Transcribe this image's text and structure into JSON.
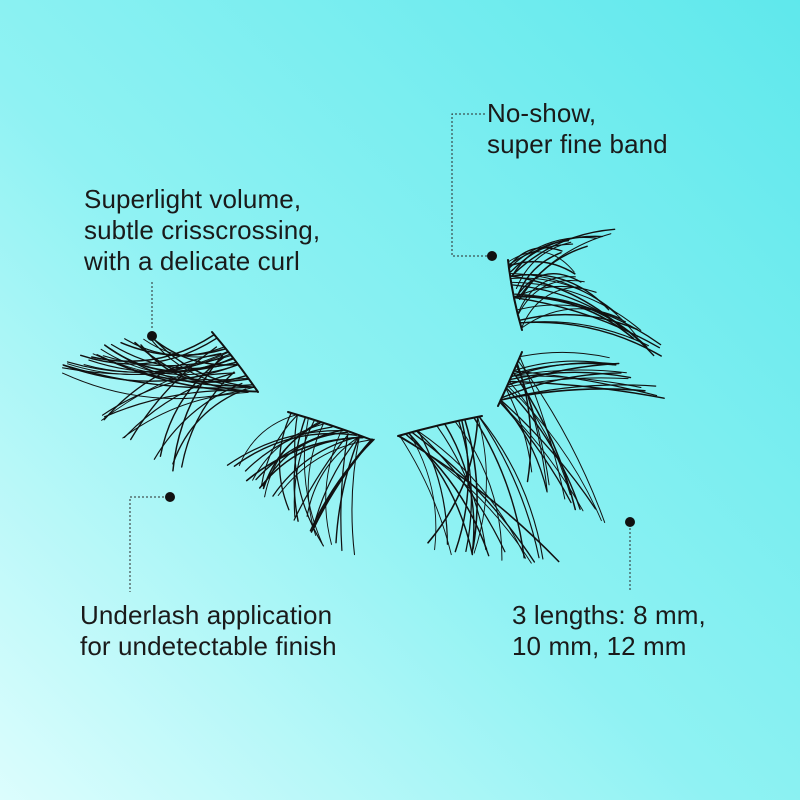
{
  "colors": {
    "bg_top_right": "#5fe8ec",
    "bg_bottom_left": "#dcfdfd",
    "ink": "#1a1a1a"
  },
  "callouts": {
    "volume": {
      "line1": "Superlight volume,",
      "line2": "subtle crisscrossing,",
      "line3": "with a delicate curl"
    },
    "band": {
      "line1": "No-show,",
      "line2": "super fine band"
    },
    "underlash": {
      "line1": "Underlash application",
      "line2": "for undetectable finish"
    },
    "lengths": {
      "line1": "3 lengths: 8 mm,",
      "line2": "10 mm, 12 mm"
    }
  },
  "illustration": {
    "subject": "false-eyelash-strip-icon"
  }
}
